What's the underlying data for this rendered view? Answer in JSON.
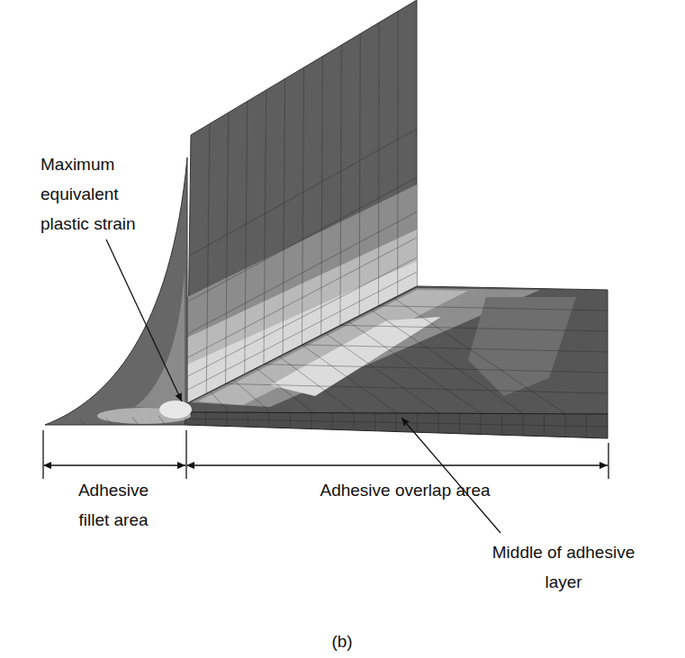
{
  "diagram": {
    "labels": [
      "Maximum equivalent plastic strain",
      "Adhesive fillet area",
      "Adhesive overlap area",
      "Middle of adhesive layer",
      "(b)"
    ]
  }
}
